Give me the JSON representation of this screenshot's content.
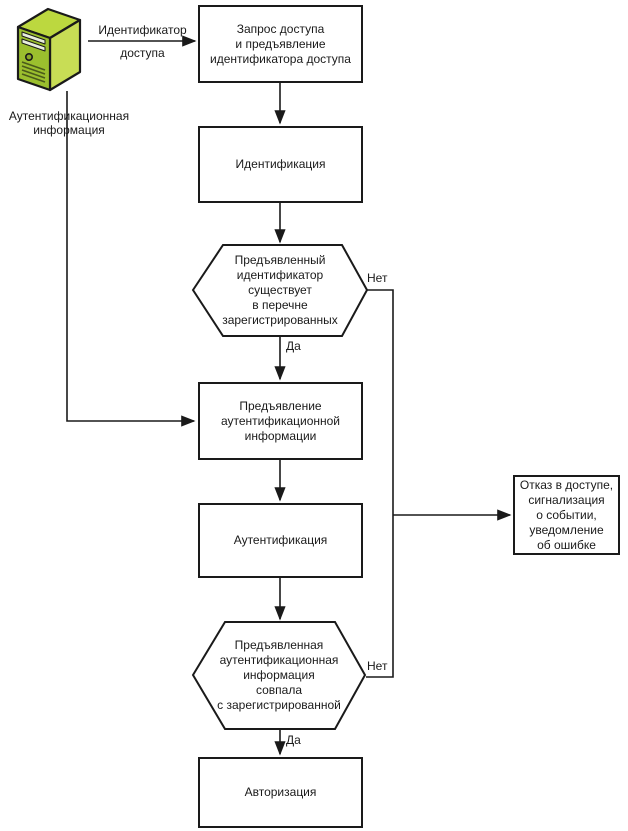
{
  "diagram": {
    "title_hint": "access-control-flowchart",
    "colors": {
      "line": "#1a1a1a",
      "box_fill": "#ffffff",
      "server_front": "#9bbf2e",
      "server_side": "#c8dd55",
      "server_top": "#bcd83f",
      "server_slot": "#e8eedd",
      "server_vent": "#4a5a1a"
    },
    "nodes": {
      "request": "Запрос доступа\nи предъявление\nидентификатора доступа",
      "identification": "Идентификация",
      "identifier_exists": "Предъявленный\nидентификатор\nсуществует\nв перечне\nзарегистрированных",
      "present_auth": "Предъявление\nаутентификационной\nинформации",
      "authentication": "Аутентификация",
      "auth_matches": "Предъявленная\nаутентификационная\nинформация\nсовпала\nс зарегистрированной",
      "authorization": "Авторизация",
      "denial": "Отказ в доступе,\nсигнализация\nо событии,\nуведомление\nоб ошибке"
    },
    "labels": {
      "access_identifier": "Идентификатор\nдоступа",
      "auth_info": "Аутентификационная\nинформация",
      "yes1": "Да",
      "no1": "Нет",
      "yes2": "Да",
      "no2": "Нет"
    }
  }
}
